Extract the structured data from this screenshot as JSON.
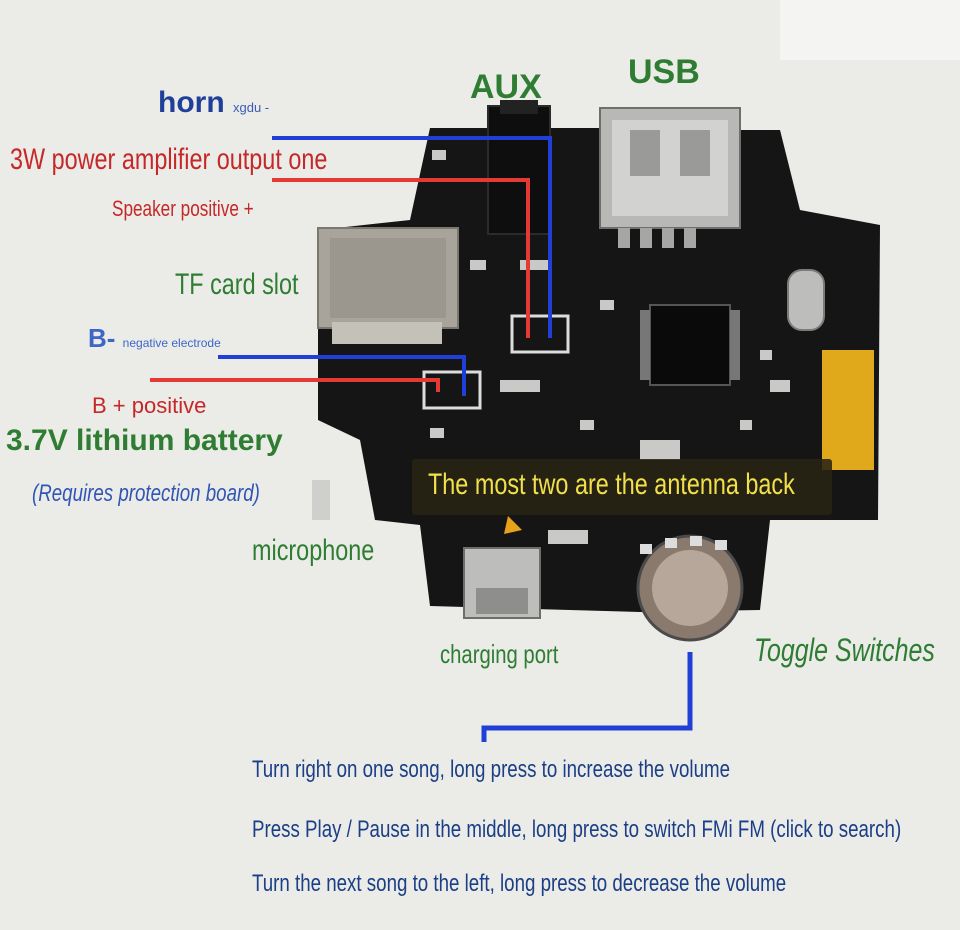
{
  "labels": {
    "aux": "AUX",
    "usb": "USB",
    "horn": "horn",
    "horn_small": "xgdu -",
    "amp": "3W power amplifier output one",
    "speaker_pos": "Speaker positive +",
    "tf": "TF card slot",
    "b_minus": "B-",
    "b_minus_small": "negative electrode",
    "b_plus": "B + positive",
    "battery": "3.7V  lithium  battery",
    "protection": "(Requires protection board)",
    "microphone": "microphone",
    "antenna": "The most two are the antenna back",
    "charging": "charging port",
    "toggle": "Toggle Switches"
  },
  "notes": [
    "Turn right on one song, long press to increase the volume",
    "Press Play / Pause in the middle, long press to switch FMi FM (click to search)",
    "Turn the next song to the left, long press to decrease the volume"
  ],
  "colors": {
    "green": "#2e7d32",
    "red": "#d32f2f",
    "blue": "#1f3f99",
    "board": "#151515"
  }
}
